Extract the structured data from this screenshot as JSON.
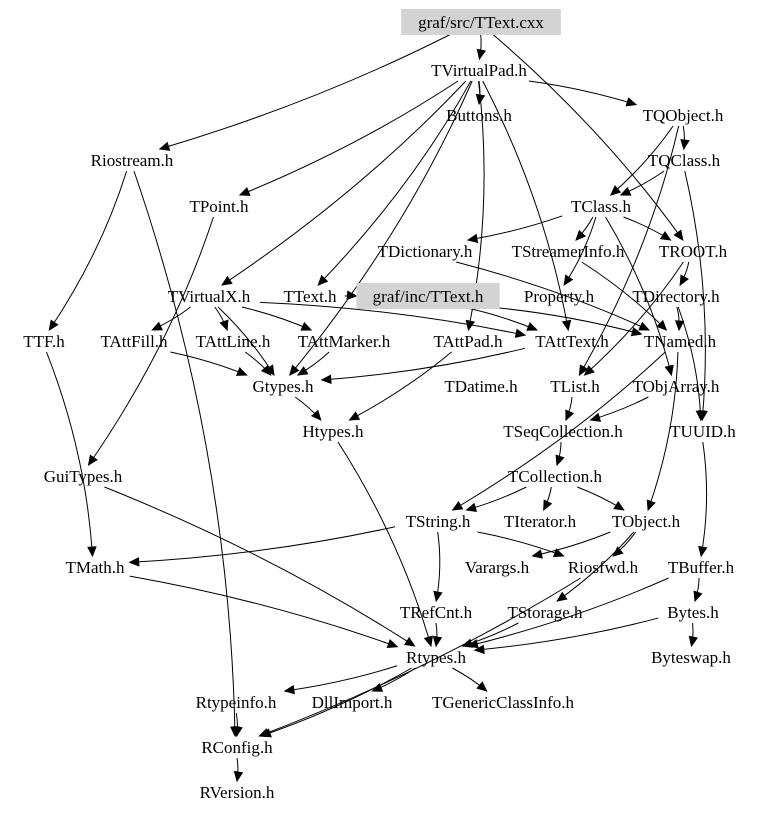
{
  "title": "graf/src/TText.cxx include dependency graph",
  "highlight_color": "#d3d3d3",
  "nodes": [
    {
      "id": "src_ttext",
      "label": "graf/src/TText.cxx",
      "highlighted": true
    },
    {
      "id": "tvirtualpad",
      "label": "TVirtualPad.h"
    },
    {
      "id": "buttons",
      "label": "Buttons.h"
    },
    {
      "id": "tqobject",
      "label": "TQObject.h"
    },
    {
      "id": "riostream",
      "label": "Riostream.h"
    },
    {
      "id": "tqclass",
      "label": "TQClass.h"
    },
    {
      "id": "tpoint",
      "label": "TPoint.h"
    },
    {
      "id": "tclass",
      "label": "TClass.h"
    },
    {
      "id": "tdictionary",
      "label": "TDictionary.h"
    },
    {
      "id": "tstreamerinfo",
      "label": "TStreamerInfo.h"
    },
    {
      "id": "troot",
      "label": "TROOT.h"
    },
    {
      "id": "tvirtualx",
      "label": "TVirtualX.h"
    },
    {
      "id": "ttext",
      "label": "TText.h"
    },
    {
      "id": "inc_ttext",
      "label": "graf/inc/TText.h",
      "highlighted": true
    },
    {
      "id": "property",
      "label": "Property.h"
    },
    {
      "id": "tdirectory",
      "label": "TDirectory.h"
    },
    {
      "id": "ttf",
      "label": "TTF.h"
    },
    {
      "id": "tattfill",
      "label": "TAttFill.h"
    },
    {
      "id": "tattline",
      "label": "TAttLine.h"
    },
    {
      "id": "tattmarker",
      "label": "TAttMarker.h"
    },
    {
      "id": "tattpad",
      "label": "TAttPad.h"
    },
    {
      "id": "tatttext",
      "label": "TAttText.h"
    },
    {
      "id": "tnamed",
      "label": "TNamed.h"
    },
    {
      "id": "gtypes",
      "label": "Gtypes.h"
    },
    {
      "id": "tdatime",
      "label": "TDatime.h"
    },
    {
      "id": "tlist",
      "label": "TList.h"
    },
    {
      "id": "tobjarray",
      "label": "TObjArray.h"
    },
    {
      "id": "htypes",
      "label": "Htypes.h"
    },
    {
      "id": "tseqcollection",
      "label": "TSeqCollection.h"
    },
    {
      "id": "tuuid",
      "label": "TUUID.h"
    },
    {
      "id": "guitypes",
      "label": "GuiTypes.h"
    },
    {
      "id": "tcollection",
      "label": "TCollection.h"
    },
    {
      "id": "tstring",
      "label": "TString.h"
    },
    {
      "id": "titerator",
      "label": "TIterator.h"
    },
    {
      "id": "tobject",
      "label": "TObject.h"
    },
    {
      "id": "tmath",
      "label": "TMath.h"
    },
    {
      "id": "varargs",
      "label": "Varargs.h"
    },
    {
      "id": "riosfwd",
      "label": "Riosfwd.h"
    },
    {
      "id": "tbuffer",
      "label": "TBuffer.h"
    },
    {
      "id": "trefcnt",
      "label": "TRefCnt.h"
    },
    {
      "id": "tstorage",
      "label": "TStorage.h"
    },
    {
      "id": "bytes",
      "label": "Bytes.h"
    },
    {
      "id": "rtypes",
      "label": "Rtypes.h"
    },
    {
      "id": "byteswap",
      "label": "Byteswap.h"
    },
    {
      "id": "rtypeinfo",
      "label": "Rtypeinfo.h"
    },
    {
      "id": "dllimport",
      "label": "DllImport.h"
    },
    {
      "id": "tgenericclassinfo",
      "label": "TGenericClassInfo.h"
    },
    {
      "id": "rconfig",
      "label": "RConfig.h"
    },
    {
      "id": "rversion",
      "label": "RVersion.h"
    }
  ],
  "edges": [
    [
      "src_ttext",
      "tvirtualpad"
    ],
    [
      "src_ttext",
      "riostream"
    ],
    [
      "src_ttext",
      "troot"
    ],
    [
      "tvirtualpad",
      "buttons"
    ],
    [
      "tvirtualpad",
      "tqobject"
    ],
    [
      "tvirtualpad",
      "tpoint"
    ],
    [
      "tvirtualpad",
      "tvirtualx"
    ],
    [
      "tvirtualpad",
      "ttext"
    ],
    [
      "tvirtualpad",
      "tattpad"
    ],
    [
      "tvirtualpad",
      "gtypes"
    ],
    [
      "tvirtualpad",
      "tatttext"
    ],
    [
      "tqobject",
      "tqclass"
    ],
    [
      "tqobject",
      "tclass"
    ],
    [
      "tqobject",
      "tlist"
    ],
    [
      "tqclass",
      "tclass"
    ],
    [
      "tqclass",
      "tuuid"
    ],
    [
      "riostream",
      "ttf"
    ],
    [
      "riostream",
      "rconfig"
    ],
    [
      "tpoint",
      "guitypes"
    ],
    [
      "tclass",
      "tdictionary"
    ],
    [
      "tclass",
      "tstreamerinfo"
    ],
    [
      "tclass",
      "troot"
    ],
    [
      "tclass",
      "tobjarray"
    ],
    [
      "tclass",
      "property"
    ],
    [
      "tdictionary",
      "tnamed"
    ],
    [
      "tstreamerinfo",
      "tnamed"
    ],
    [
      "troot",
      "tdirectory"
    ],
    [
      "troot",
      "tlist"
    ],
    [
      "tdirectory",
      "tnamed"
    ],
    [
      "tdirectory",
      "tuuid"
    ],
    [
      "tvirtualx",
      "tattfill"
    ],
    [
      "tvirtualx",
      "tattline"
    ],
    [
      "tvirtualx",
      "tattmarker"
    ],
    [
      "tvirtualx",
      "tatttext"
    ],
    [
      "tvirtualx",
      "gtypes"
    ],
    [
      "ttext",
      "inc_ttext"
    ],
    [
      "inc_ttext",
      "tnamed"
    ],
    [
      "inc_ttext",
      "tatttext"
    ],
    [
      "ttf",
      "tmath"
    ],
    [
      "tattfill",
      "gtypes"
    ],
    [
      "tattline",
      "gtypes"
    ],
    [
      "tattmarker",
      "gtypes"
    ],
    [
      "tattpad",
      "htypes"
    ],
    [
      "tatttext",
      "gtypes"
    ],
    [
      "tnamed",
      "tobject"
    ],
    [
      "tnamed",
      "tstring"
    ],
    [
      "gtypes",
      "htypes"
    ],
    [
      "htypes",
      "rtypes"
    ],
    [
      "tlist",
      "tseqcollection"
    ],
    [
      "tobjarray",
      "tseqcollection"
    ],
    [
      "tseqcollection",
      "tcollection"
    ],
    [
      "tuuid",
      "tbuffer"
    ],
    [
      "guitypes",
      "rtypes"
    ],
    [
      "tcollection",
      "tstring"
    ],
    [
      "tcollection",
      "titerator"
    ],
    [
      "tcollection",
      "tobject"
    ],
    [
      "tstring",
      "tmath"
    ],
    [
      "tstring",
      "trefcnt"
    ],
    [
      "tstring",
      "riosfwd"
    ],
    [
      "tobject",
      "riosfwd"
    ],
    [
      "tobject",
      "varargs"
    ],
    [
      "tobject",
      "tstorage"
    ],
    [
      "tmath",
      "rtypes"
    ],
    [
      "riosfwd",
      "rconfig"
    ],
    [
      "tbuffer",
      "bytes"
    ],
    [
      "tbuffer",
      "rtypes"
    ],
    [
      "trefcnt",
      "rtypes"
    ],
    [
      "tstorage",
      "rtypes"
    ],
    [
      "bytes",
      "byteswap"
    ],
    [
      "bytes",
      "rtypes"
    ],
    [
      "rtypes",
      "rtypeinfo"
    ],
    [
      "rtypes",
      "dllimport"
    ],
    [
      "rtypes",
      "tgenericclassinfo"
    ],
    [
      "rtypes",
      "rconfig"
    ],
    [
      "rtypeinfo",
      "rconfig"
    ],
    [
      "rconfig",
      "rversion"
    ]
  ]
}
